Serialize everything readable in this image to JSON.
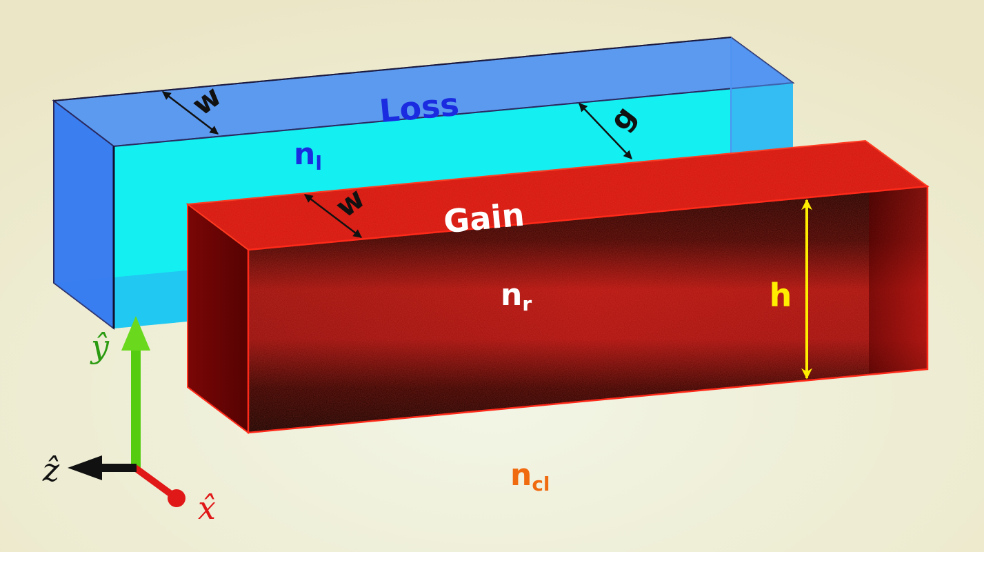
{
  "labels": {
    "loss": "Loss",
    "gain": "Gain",
    "width_loss": "w",
    "width_gain": "w",
    "gap": "g",
    "height": "h",
    "n_loss_base": "n",
    "n_loss_sub": "l",
    "n_gain_base": "n",
    "n_gain_sub": "r",
    "n_clad_base": "n",
    "n_clad_sub": "cl"
  },
  "axes": {
    "x_label": "x̂",
    "y_label": "ŷ",
    "z_label": "ẑ"
  },
  "colors": {
    "background": "#efeccc",
    "loss_front": "#14f0f2",
    "loss_top": "#4f93f2",
    "loss_edge": "#1a1a40",
    "gain_top": "#d4140e",
    "gain_dark": "#150000",
    "gain_edge": "#ff2a1a",
    "label_loss": "#1a2be0",
    "label_gain": "#ffffff",
    "label_height": "#ffee00",
    "label_clad": "#f06a10",
    "axis_x": "#e01818",
    "axis_y": "#55cc10",
    "axis_z": "#111111"
  }
}
